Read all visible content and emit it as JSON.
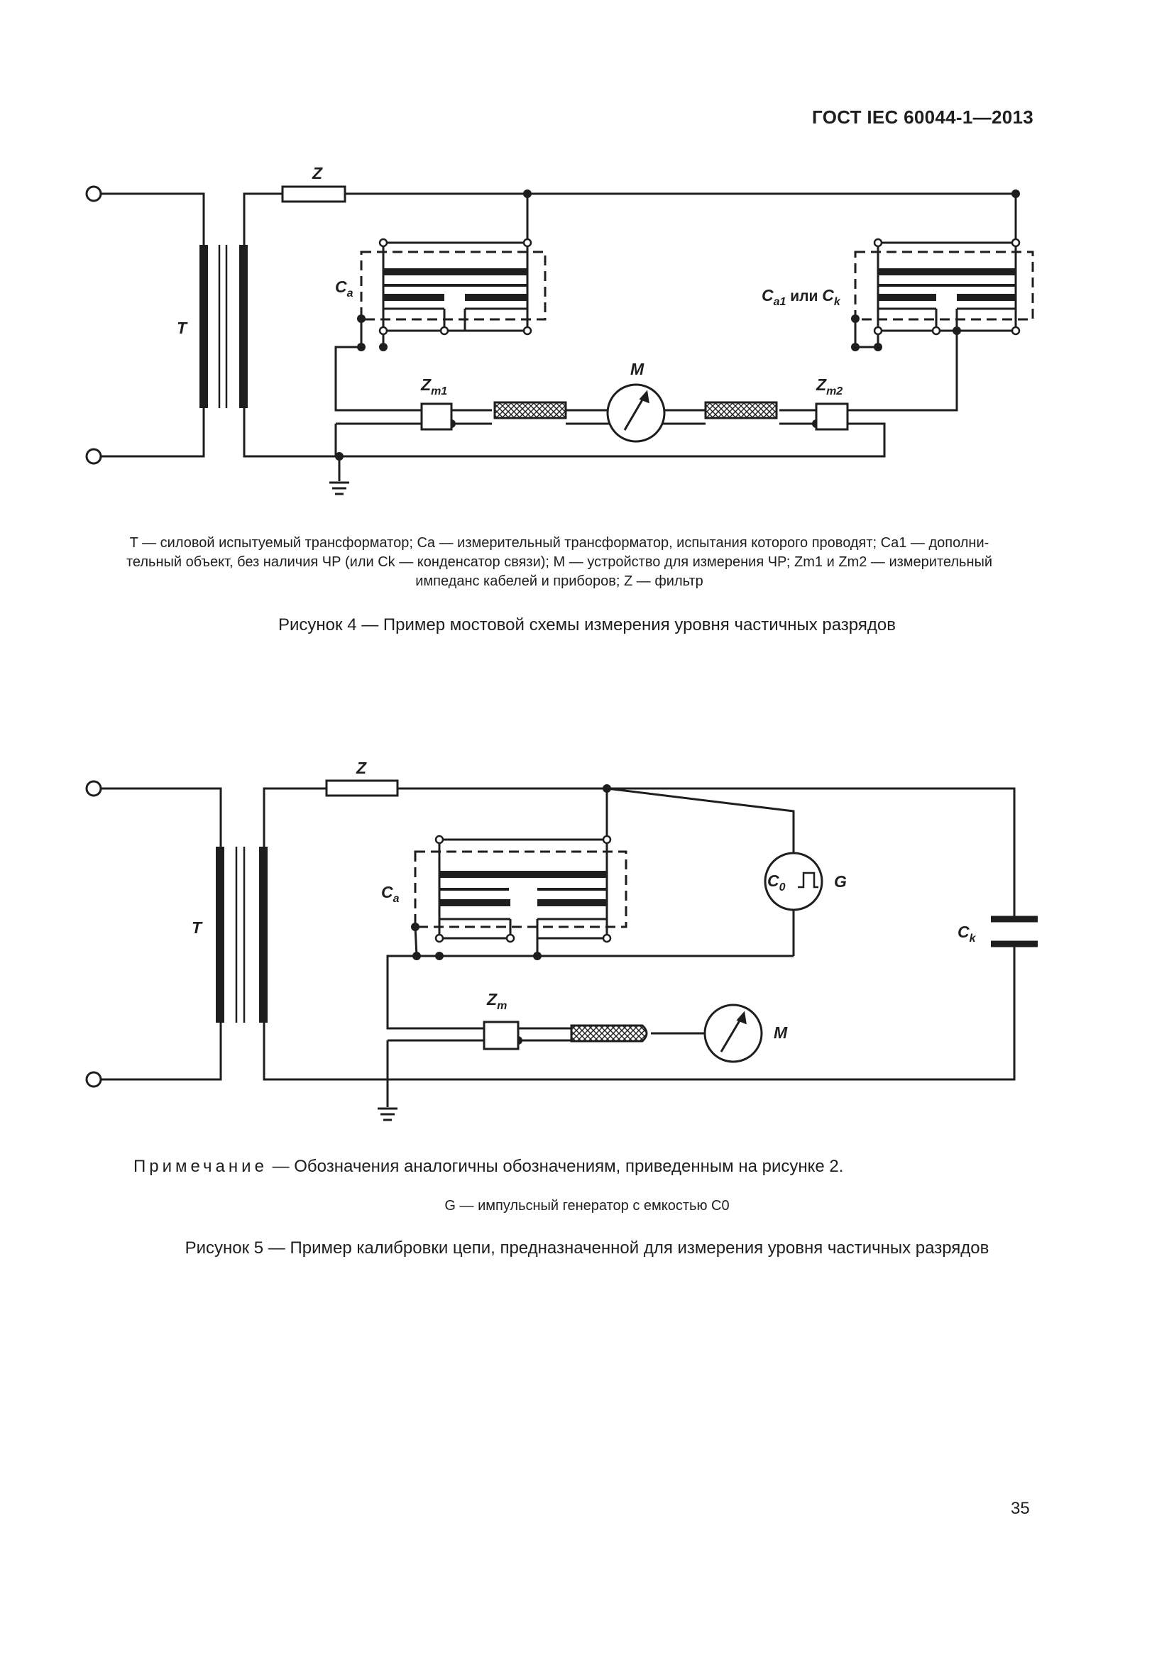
{
  "header": {
    "doc_id": "ГОСТ IEC 60044-1—2013"
  },
  "figure4": {
    "labels": {
      "Z": "Z",
      "T": "T",
      "Ca": "C",
      "Ca_sub": "a",
      "Ca1_main": "C",
      "Ca1_sub": "a1",
      "ili": " или ",
      "Ck_main": "C",
      "Ck_sub": "k",
      "M": "M",
      "Zm1_main": "Z",
      "Zm1_sub": "m1",
      "Zm2_main": "Z",
      "Zm2_sub": "m2"
    },
    "legend": {
      "line1": "T — силовой испытуемый трансформатор; Ca — измерительный трансформатор, испытания которого проводят; Ca1 — дополни-",
      "line2": "тельный объект, без наличия ЧР (или Ck — конденсатор связи); M — устройство для измерения ЧР; Zm1 и Zm2 — измерительный",
      "line3": "импеданс кабелей и приборов; Z — фильтр"
    },
    "caption": "Рисунок 4 — Пример мостовой схемы измерения уровня частичных разрядов"
  },
  "figure5": {
    "labels": {
      "Z": "Z",
      "T": "T",
      "Ca_main": "C",
      "Ca_sub": "a",
      "C0_main": "C",
      "C0_sub": "0",
      "G": "G",
      "Ck_main": "C",
      "Ck_sub": "k",
      "Zm_main": "Z",
      "Zm_sub": "m",
      "M": "M"
    },
    "note_prefix": "Примечание",
    "note_text": " — Обозначения аналогичны обозначениям, приведенным на рисунке 2.",
    "legend": "G — импульсный генератор с емкостью C0",
    "caption": "Рисунок 5 — Пример калибровки цепи, предназначенной для измерения уровня частичных разрядов"
  },
  "page_number": "35"
}
